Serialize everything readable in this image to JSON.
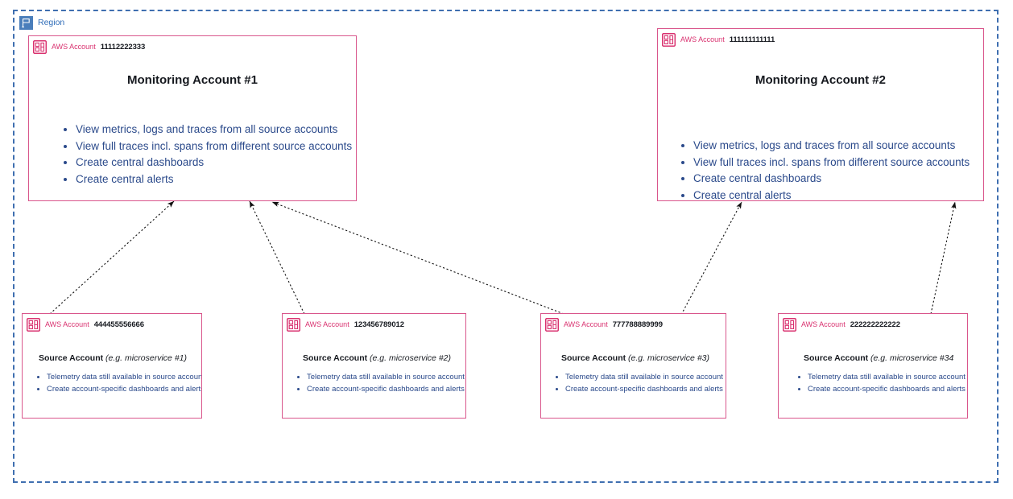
{
  "region": {
    "label": "Region",
    "icon": "region-flag-icon",
    "border_color": "#3f6fb0"
  },
  "colors": {
    "account_border": "#d9568c",
    "account_label": "#d9316f",
    "bullet_text": "#2b4a8b",
    "title_text": "#16191f",
    "region_blue": "#2e6cb8",
    "region_icon_fill": "#4a7ebb"
  },
  "account_type_label": "AWS Account",
  "monitoring_accounts": [
    {
      "id": "mon1",
      "account_id": "11112222333",
      "title": "Monitoring Account #1",
      "bullets": [
        "View metrics, logs and traces from all source accounts",
        "View full traces incl. spans from different source accounts",
        "Create central dashboards",
        "Create central alerts"
      ]
    },
    {
      "id": "mon2",
      "account_id": "111111111111",
      "title": "Monitoring Account #2",
      "bullets": [
        "View metrics, logs and traces from all source accounts",
        "View full traces incl. spans from different source accounts",
        "Create central dashboards",
        "Create central alerts"
      ]
    }
  ],
  "source_accounts": [
    {
      "id": "src1",
      "account_id": "444455556666",
      "title_bold": "Source Account",
      "title_italic": "(e.g. microservice #1)",
      "bullets": [
        "Telemetry data still available in source account",
        "Create account-specific dashboards and alerts"
      ]
    },
    {
      "id": "src2",
      "account_id": "123456789012",
      "title_bold": "Source Account",
      "title_italic": "(e.g. microservice #2)",
      "bullets": [
        "Telemetry data still available in source account",
        "Create account-specific dashboards and alerts"
      ]
    },
    {
      "id": "src3",
      "account_id": "777788889999",
      "title_bold": "Source Account",
      "title_italic": "(e.g. microservice #3)",
      "bullets": [
        "Telemetry data still available in source account",
        "Create account-specific dashboards and alerts"
      ]
    },
    {
      "id": "src4",
      "account_id": "222222222222",
      "title_bold": "Source Account",
      "title_italic": "(e.g. microservice #34",
      "bullets": [
        "Telemetry data still available in source account",
        "Create account-specific dashboards and alerts"
      ]
    }
  ],
  "connections": [
    {
      "from": "src1",
      "to": "mon1"
    },
    {
      "from": "src2",
      "to": "mon1"
    },
    {
      "from": "src3",
      "to": "mon1"
    },
    {
      "from": "src3",
      "to": "mon2"
    },
    {
      "from": "src4",
      "to": "mon2"
    }
  ]
}
